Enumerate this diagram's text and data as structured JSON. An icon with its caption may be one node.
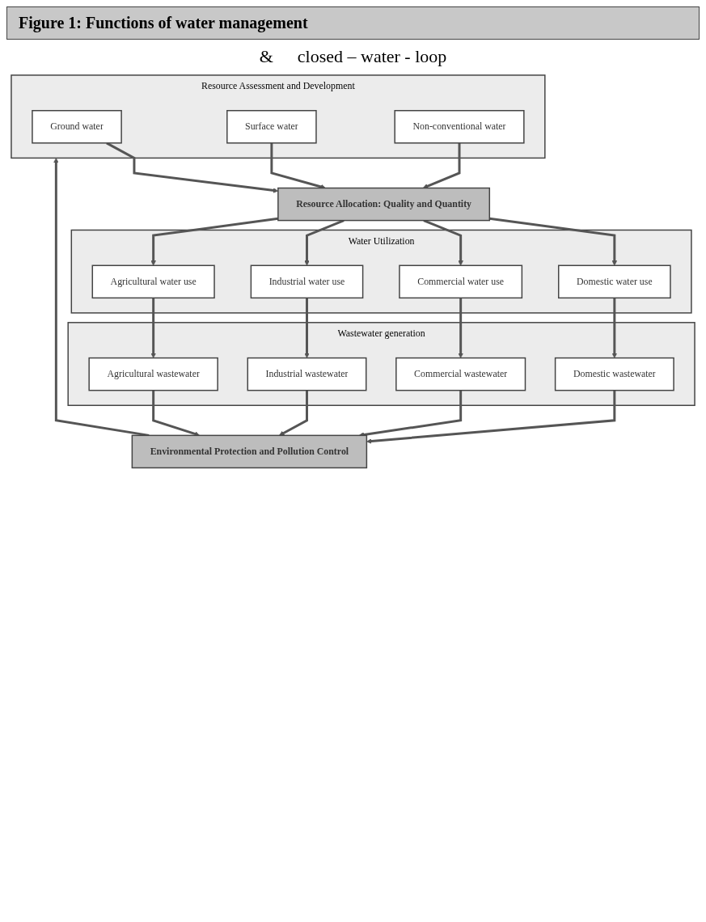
{
  "diagram": {
    "title": "Figure 1: Functions of water management",
    "nodes": [
      {
        "text": [
          "Resource Assessment and Development"
        ]
      },
      {
        "text": [
          "Ground water"
        ],
        "in": 0
      },
      {
        "text": [
          "Surface water"
        ],
        "in": 0
      },
      {
        "text": [
          "Non-conventional water"
        ],
        "in": 0
      },
      {
        "text": [
          "Resource Allocation: Quality and Quantity"
        ]
      },
      {
        "text": [
          "Water Utilization"
        ]
      },
      {
        "text": [
          "Domestic water use"
        ],
        "in": 5
      },
      {
        "text": [
          "Commercial water use"
        ],
        "in": 5
      },
      {
        "text": [
          "Industrial water use"
        ],
        "in": 5
      },
      {
        "text": [
          "Agricultural water use"
        ],
        "in": 5
      },
      {
        "text": [
          "Wastewater generation"
        ]
      },
      {
        "text": [
          "Domestic wastewater"
        ],
        "in": 10
      },
      {
        "text": [
          "Commercial wastewater"
        ],
        "in": 10
      },
      {
        "text": [
          "Industrial wastewater"
        ],
        "in": 10
      },
      {
        "text": [
          "Agricultural wastewater"
        ],
        "in": 10
      },
      {
        "text": [
          "Environmental Protection and Pollution Control"
        ]
      }
    ],
    "edges": [
      {
        "from": 1,
        "to": 4,
        "arrow": "to"
      },
      {
        "from": 2,
        "to": 4,
        "arrow": "to"
      },
      {
        "from": 3,
        "to": 4,
        "arrow": "to"
      },
      {
        "from": 4,
        "to": 6,
        "arrow": "to"
      },
      {
        "from": 4,
        "to": 7,
        "arrow": "to"
      },
      {
        "from": 4,
        "to": 8,
        "arrow": "to"
      },
      {
        "from": 4,
        "to": 9,
        "arrow": "to"
      },
      {
        "from": 6,
        "to": 11,
        "arrow": "to"
      },
      {
        "from": 7,
        "to": 12,
        "arrow": "to"
      },
      {
        "from": 8,
        "to": 13,
        "arrow": "to"
      },
      {
        "from": 9,
        "to": 14,
        "arrow": "to"
      },
      {
        "from": 11,
        "to": 15,
        "arrow": "to"
      },
      {
        "from": 12,
        "to": 15,
        "arrow": "to"
      },
      {
        "from": 13,
        "to": 15,
        "arrow": "to"
      },
      {
        "from": 14,
        "to": 15,
        "arrow": "to"
      },
      {
        "from": 15,
        "to": 0,
        "arrow": "to"
      }
    ],
    "labels": [
      "&",
      "closed – water - loop"
    ]
  }
}
